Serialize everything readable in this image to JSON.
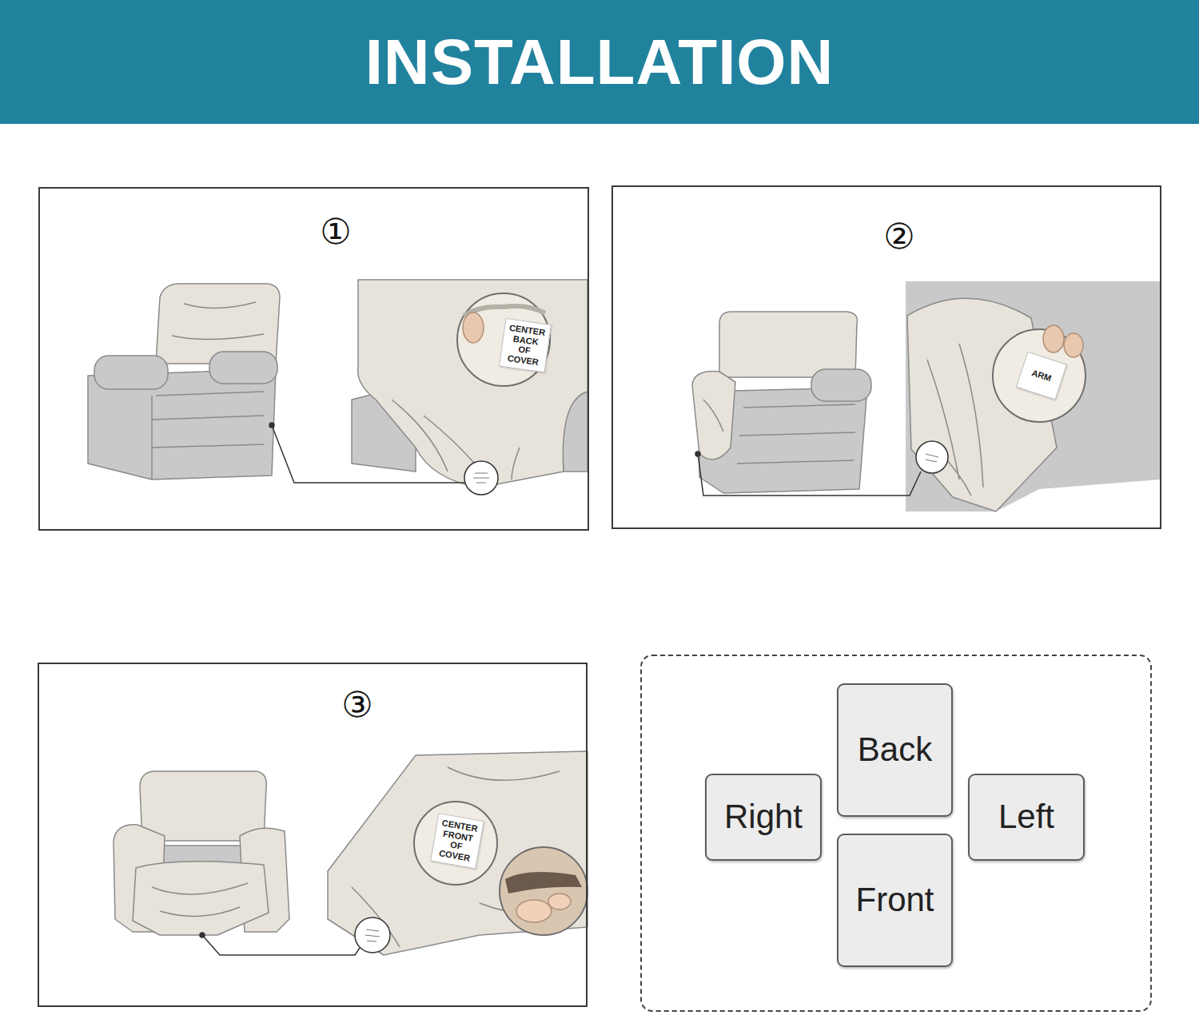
{
  "diagram": {
    "title": "INSTALLATION",
    "nodes": [
      {
        "text": [
          "①"
        ]
      },
      {
        "text": [
          "CENTER BACK OF COVER"
        ],
        "in": 0
      },
      {
        "text": [
          "②"
        ]
      },
      {
        "text": [
          "ARM"
        ],
        "in": 2
      },
      {
        "text": [
          "③"
        ]
      },
      {
        "text": [
          "CENTER FRONT OF COVER"
        ],
        "in": 4
      },
      {
        "text": [
          "Back"
        ]
      },
      {
        "text": [
          "Right"
        ]
      },
      {
        "text": [
          "Left"
        ]
      },
      {
        "text": [
          "Front"
        ]
      }
    ]
  }
}
